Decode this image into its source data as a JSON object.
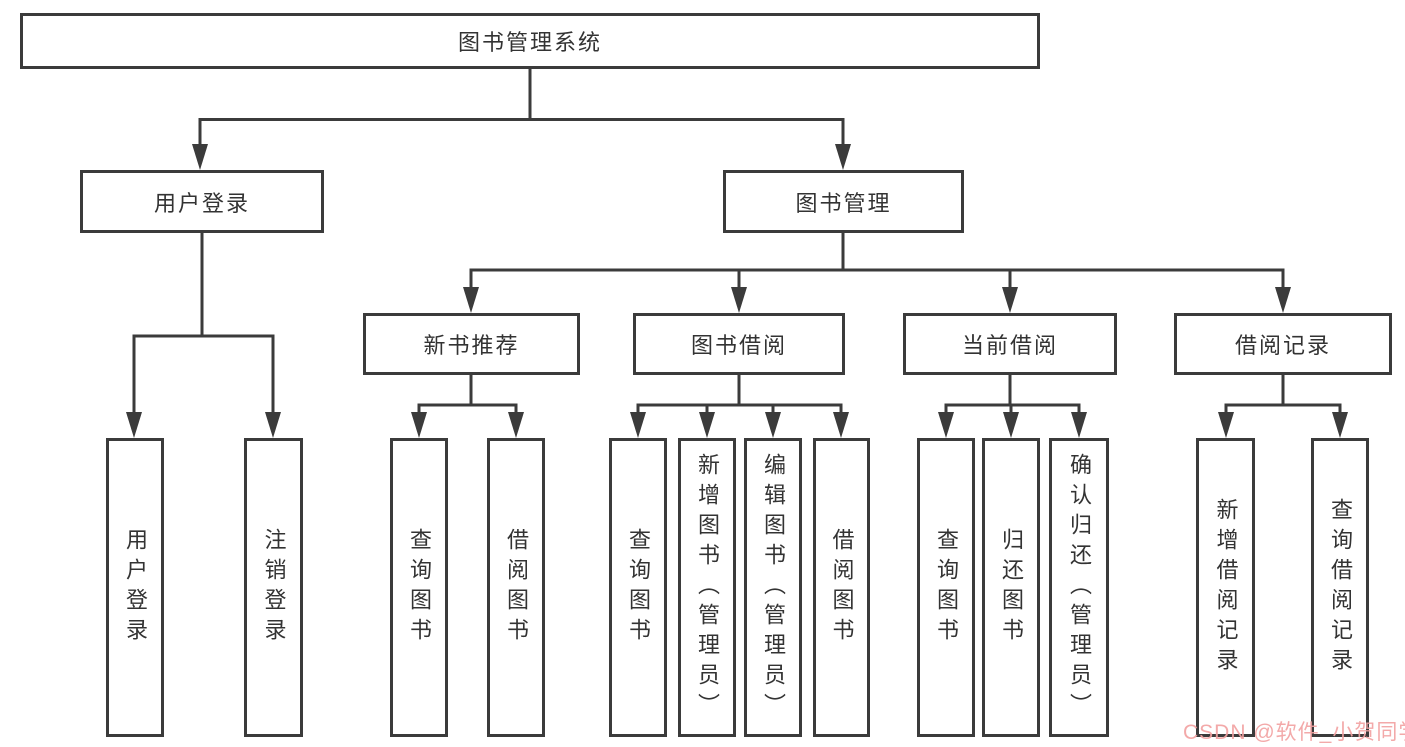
{
  "diagram": {
    "title": "图书管理系统",
    "watermark": "CSDN @软件_小贺同学",
    "colors": {
      "line": "#3b3b3b",
      "box_border": "#3b3b3b",
      "box_background": "#ffffff",
      "text": "#333333",
      "watermark": "#f2a2a2",
      "page_background": "#ffffff"
    },
    "root": {
      "label": "图书管理系统"
    },
    "level1": {
      "user_login": "用户登录",
      "book_management": "图书管理"
    },
    "level2": {
      "new_book_recommendation": "新书推荐",
      "book_borrowing": "图书借阅",
      "current_borrowing": "当前借阅",
      "borrowing_records": "借阅记录"
    },
    "leaves": {
      "user_login": [
        "用户登录",
        "注销登录"
      ],
      "new_book_recommendation": [
        "查询图书",
        "借阅图书"
      ],
      "book_borrowing": [
        "查询图书",
        "新增图书（管理员）",
        "编辑图书（管理员）",
        "借阅图书"
      ],
      "current_borrowing": [
        "查询图书",
        "归还图书",
        "确认归还（管理员）"
      ],
      "borrowing_records": [
        "新增借阅记录",
        "查询借阅记录"
      ]
    }
  }
}
